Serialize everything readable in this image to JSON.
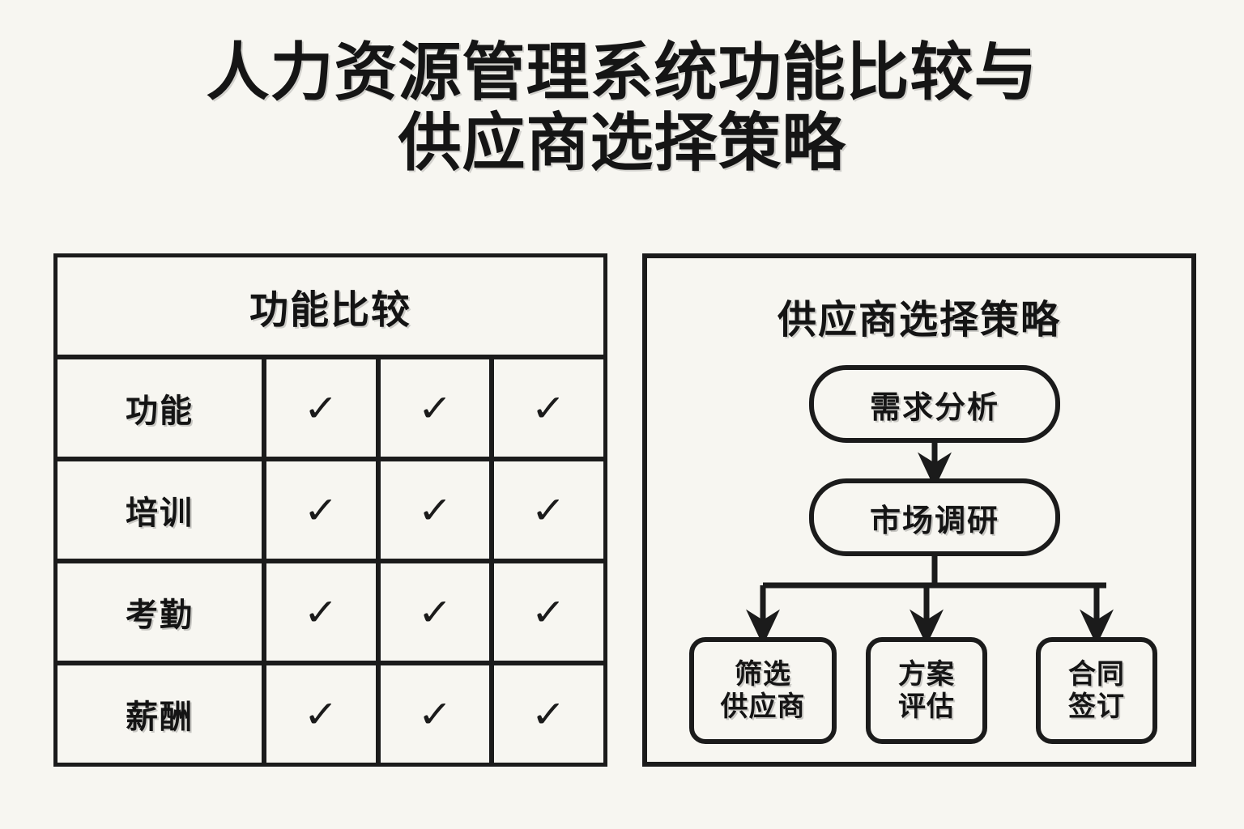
{
  "page": {
    "title_line1": "人力资源管理系统功能比较与",
    "title_line2": "供应商选择策略",
    "background_color": "#f7f6f1",
    "ink_color": "#1b1b1b"
  },
  "comparison_panel": {
    "header": "功能比较",
    "column_count": 3,
    "check_symbol": "✓",
    "rows": [
      {
        "label": "功能",
        "checks": [
          "✓",
          "✓",
          "✓"
        ]
      },
      {
        "label": "培训",
        "checks": [
          "✓",
          "✓",
          "✓"
        ]
      },
      {
        "label": "考勤",
        "checks": [
          "✓",
          "✓",
          "✓"
        ]
      },
      {
        "label": "薪酬",
        "checks": [
          "✓",
          "✓",
          "✓"
        ]
      }
    ]
  },
  "strategy_panel": {
    "title": "供应商选择策略",
    "nodes": {
      "demand": "需求分析",
      "research": "市场调研",
      "screen_line1": "筛选",
      "screen_line2": "供应商",
      "evaluate_line1": "方案",
      "evaluate_line2": "评估",
      "contract_line1": "合同",
      "contract_line2": "签订"
    }
  }
}
